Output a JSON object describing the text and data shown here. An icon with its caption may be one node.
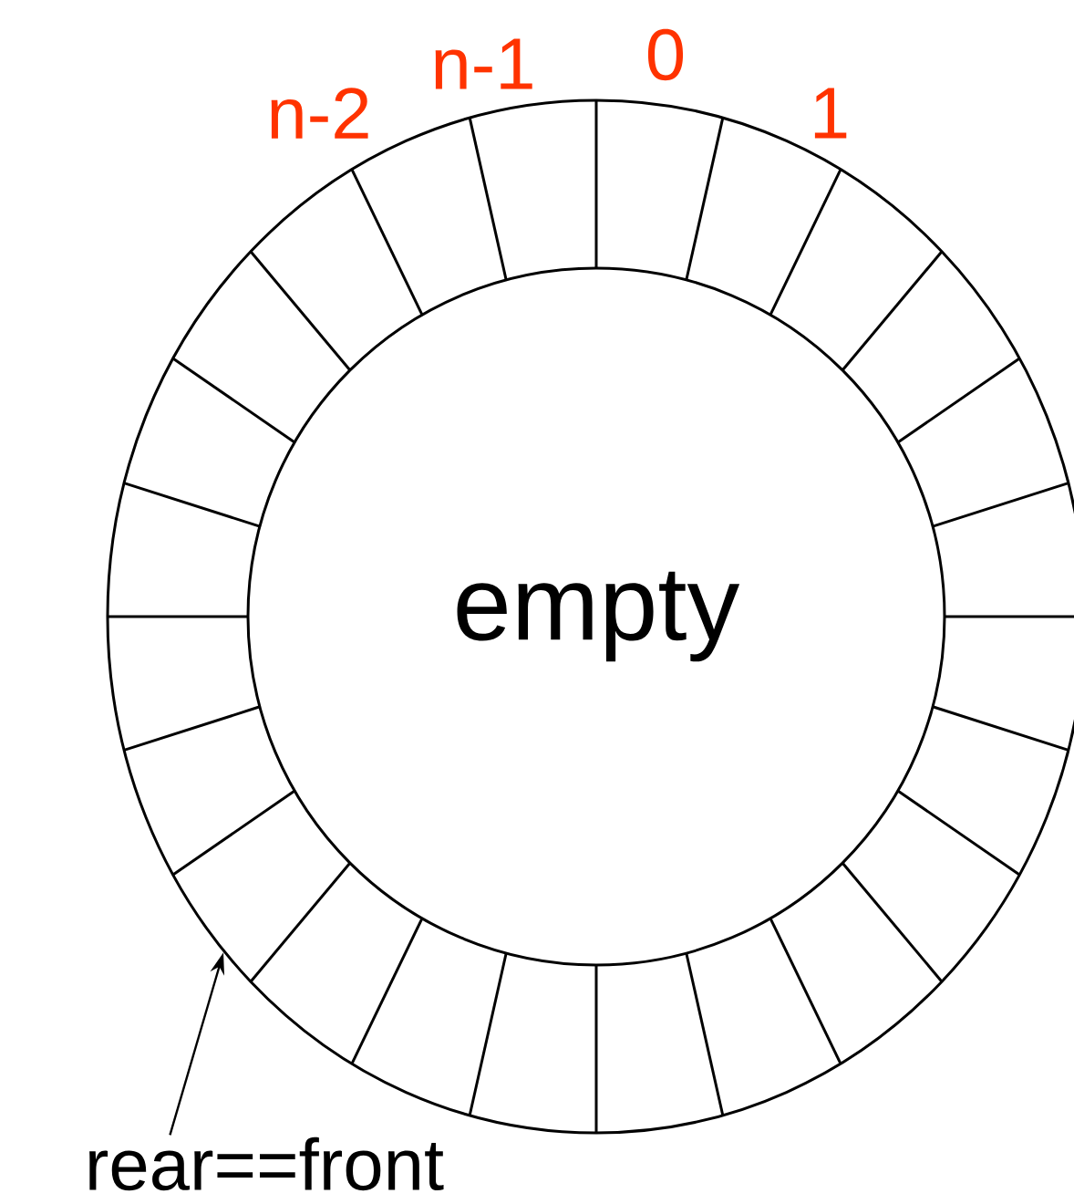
{
  "diagram": {
    "nodes": [
      {
        "text": [],
        "shape": "circle"
      },
      {
        "text": [
          "empty"
        ],
        "in": 0
      },
      {
        "text": [
          "rear==front"
        ]
      }
    ],
    "edges": [
      {
        "from": 2,
        "to": 0,
        "arrow": "to"
      }
    ],
    "labels": [
      "n-2",
      "n-1",
      "0",
      "1"
    ]
  }
}
